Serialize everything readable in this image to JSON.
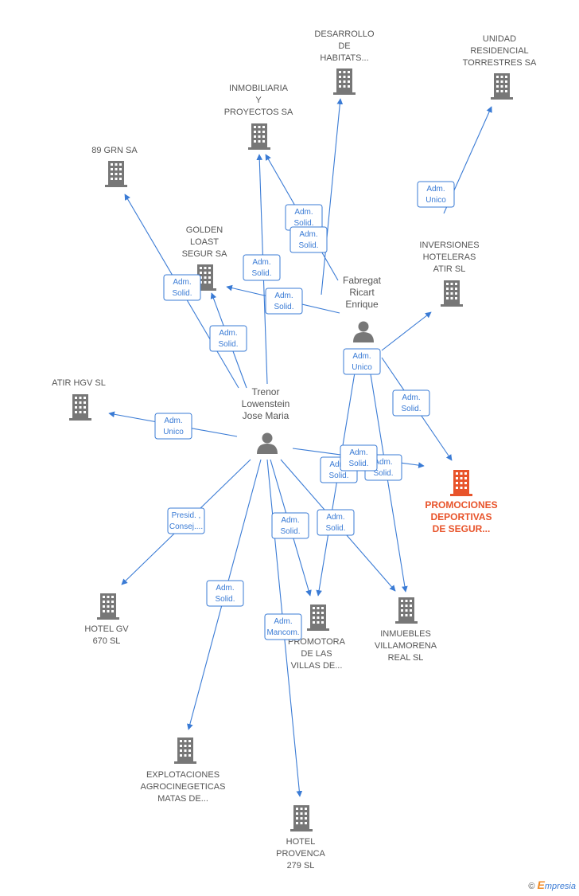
{
  "colors": {
    "edge": "#3a7bd5",
    "building": "#777777",
    "focus": "#e8542b",
    "person": "#777777"
  },
  "companies": [
    {
      "id": "desarrollo",
      "lines": [
        "DESARROLLO",
        "DE",
        "HABITATS..."
      ],
      "icon": "building-icon"
    },
    {
      "id": "unidad",
      "lines": [
        "UNIDAD",
        "RESIDENCIAL",
        "TORRESTRES SA"
      ],
      "icon": "building-icon"
    },
    {
      "id": "inmobiliaria",
      "lines": [
        "INMOBILIARIA",
        "Y",
        "PROYECTOS SA"
      ],
      "icon": "building-icon"
    },
    {
      "id": "grn89",
      "lines": [
        "89 GRN SA"
      ],
      "icon": "building-icon"
    },
    {
      "id": "golden",
      "lines": [
        "GOLDEN",
        "LOAST",
        "SEGUR SA"
      ],
      "icon": "building-icon"
    },
    {
      "id": "inversiones",
      "lines": [
        "INVERSIONES",
        "HOTELERAS",
        "ATIR SL"
      ],
      "icon": "building-icon"
    },
    {
      "id": "atirhgv",
      "lines": [
        "ATIR HGV  SL"
      ],
      "icon": "building-icon"
    },
    {
      "id": "promociones",
      "lines": [
        "PROMOCIONES",
        "DEPORTIVAS",
        "DE SEGUR..."
      ],
      "icon": "building-icon",
      "focus": true
    },
    {
      "id": "hotelgv",
      "lines": [
        "HOTEL GV",
        "670 SL"
      ],
      "icon": "building-icon"
    },
    {
      "id": "promotora",
      "lines": [
        "PROMOTORA",
        "DE LAS",
        "VILLAS DE..."
      ],
      "icon": "building-icon"
    },
    {
      "id": "inmuebles",
      "lines": [
        "INMUEBLES",
        "VILLAMORENA",
        "REAL SL"
      ],
      "icon": "building-icon"
    },
    {
      "id": "explotaciones",
      "lines": [
        "EXPLOTACIONES",
        "AGROCINEGETICAS",
        "MATAS DE..."
      ],
      "icon": "building-icon"
    },
    {
      "id": "hotelprovenca",
      "lines": [
        "HOTEL",
        "PROVENCA",
        "279 SL"
      ],
      "icon": "building-icon"
    }
  ],
  "persons": [
    {
      "id": "fabregat",
      "lines": [
        "Fabregat",
        "Ricart",
        "Enrique"
      ],
      "icon": "person-icon"
    },
    {
      "id": "trenor",
      "lines": [
        "Trenor",
        "Lowenstein",
        "Jose Maria"
      ],
      "icon": "person-icon"
    }
  ],
  "relations": [
    {
      "lines": [
        "Adm.",
        "Solid."
      ],
      "from": "fabregat",
      "to": "inmobiliaria"
    },
    {
      "lines": [
        "Adm.",
        "Solid."
      ],
      "from": "fabregat",
      "to": "desarrollo"
    },
    {
      "lines": [
        "Adm.",
        "Unico"
      ],
      "from": "fabregat",
      "to": "unidad"
    },
    {
      "lines": [
        "Adm.",
        "Solid."
      ],
      "from": "fabregat",
      "to": "golden"
    },
    {
      "lines": [
        "Adm.",
        "Unico"
      ],
      "from": "fabregat",
      "to": "inversiones"
    },
    {
      "lines": [
        "Adm.",
        "Solid."
      ],
      "from": "fabregat",
      "to": "promociones"
    },
    {
      "lines": [
        "Adm.",
        "Solid."
      ],
      "from": "fabregat",
      "to": "promotora"
    },
    {
      "lines": [
        "Adm.",
        "Solid."
      ],
      "from": "fabregat",
      "to": "inmuebles"
    },
    {
      "lines": [
        "Adm.",
        "Solid."
      ],
      "from": "trenor",
      "to": "grn89"
    },
    {
      "lines": [
        "Adm.",
        "Solid."
      ],
      "from": "trenor",
      "to": "golden"
    },
    {
      "lines": [
        "Adm.",
        "Solid."
      ],
      "from": "trenor",
      "to": "inmobiliaria"
    },
    {
      "lines": [
        "Adm.",
        "Unico"
      ],
      "from": "trenor",
      "to": "atirhgv"
    },
    {
      "lines": [
        "Adm.",
        "Solid."
      ],
      "from": "trenor",
      "to": "promociones"
    },
    {
      "lines": [
        "Presid. ,",
        "Consej...."
      ],
      "from": "trenor",
      "to": "hotelgv"
    },
    {
      "lines": [
        "Adm.",
        "Solid."
      ],
      "from": "trenor",
      "to": "promotora"
    },
    {
      "lines": [
        "Adm.",
        "Solid."
      ],
      "from": "trenor",
      "to": "inmuebles"
    },
    {
      "lines": [
        "Adm.",
        "Solid."
      ],
      "from": "trenor",
      "to": "explotaciones"
    },
    {
      "lines": [
        "Adm.",
        "Mancom."
      ],
      "from": "trenor",
      "to": "hotelprovenca"
    }
  ],
  "brand": {
    "copyright": "©",
    "e": "E",
    "rest": "mpresia"
  }
}
